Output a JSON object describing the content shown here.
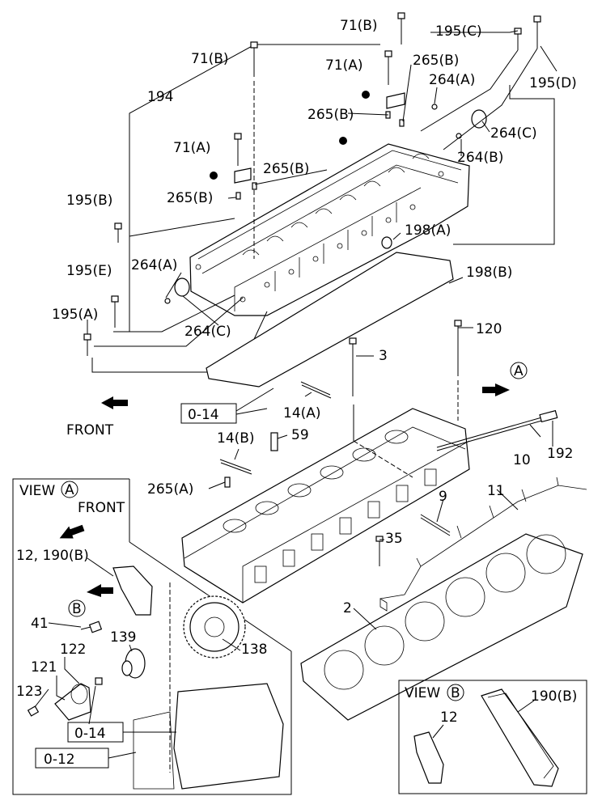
{
  "labels": {
    "l71b_top": "71(B)",
    "l195c": "195(C)",
    "l71b_left": "71(B)",
    "l71a_top": "71(A)",
    "l265b_top": "265(B)",
    "l264a_top": "264(A)",
    "l195d": "195(D)",
    "l194": "194",
    "l265b_mid": "265(B)",
    "l264c_top": "264(C)",
    "l264b": "264(B)",
    "l71a_left": "71(A)",
    "l265b_left1": "265(B)",
    "l265b_left2": "265(B)",
    "l195b": "195(B)",
    "l198a": "198(A)",
    "l198b": "198(B)",
    "l195e": "195(E)",
    "l264a_left": "264(A)",
    "l195a": "195(A)",
    "l264c_bot": "264(C)",
    "l120": "120",
    "l3": "3",
    "lviewA_arrow": "A",
    "lfront": "FRONT",
    "l014a": "0-14",
    "l14a": "14(A)",
    "l14b": "14(B)",
    "l59": "59",
    "l10": "10",
    "l192": "192",
    "l265a": "265(A)",
    "l11": "11",
    "l9": "9",
    "l35": "35",
    "l2": "2",
    "lviewA_title": "VIEW",
    "lviewA_circ": "A",
    "lviewA_front": "FRONT",
    "l12_190b": "12, 190(B)",
    "lB_circ": "B",
    "l41": "41",
    "l139": "139",
    "l138": "138",
    "l122": "122",
    "l121": "121",
    "l123": "123",
    "l014b": "0-14",
    "l012": "0-12",
    "lviewB_title": "VIEW",
    "lviewB_circ": "B",
    "l12_b": "12",
    "l190b_b": "190(B)"
  }
}
